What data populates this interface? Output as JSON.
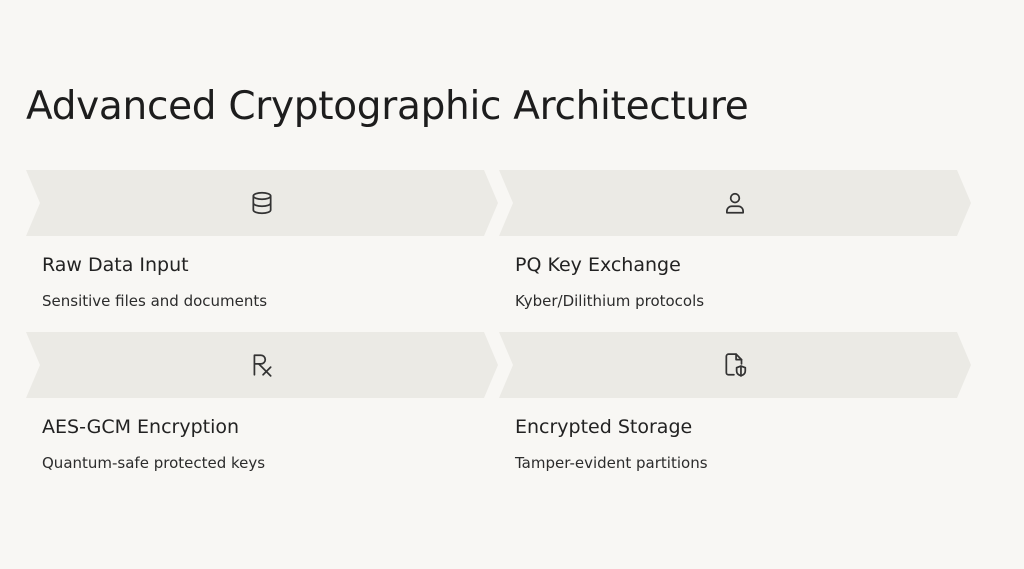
{
  "title": "Advanced Cryptographic Architecture",
  "colors": {
    "background": "#f8f7f4",
    "banner": "#ebeae5",
    "icon_stroke": "#333333"
  },
  "steps": [
    {
      "icon": "database-icon",
      "heading": "Raw Data Input",
      "description": "Sensitive files and documents"
    },
    {
      "icon": "user-icon",
      "heading": "PQ Key Exchange",
      "description": "Kyber/Dilithium protocols"
    },
    {
      "icon": "prescription-icon",
      "heading": "AES-GCM Encryption",
      "description": "Quantum-safe protected keys"
    },
    {
      "icon": "file-shield-icon",
      "heading": "Encrypted Storage",
      "description": "Tamper-evident partitions"
    }
  ]
}
